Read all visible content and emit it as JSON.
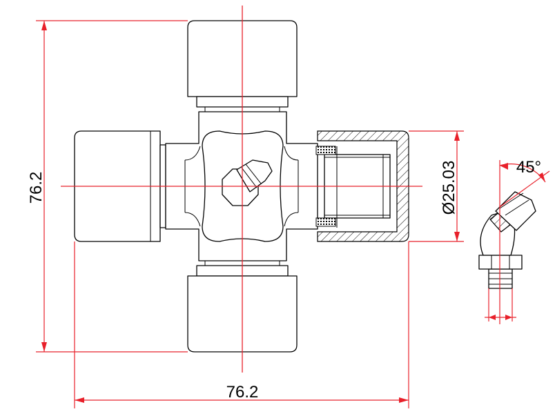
{
  "dimensions": {
    "overall_height": "76.2",
    "overall_width": "76.2",
    "cap_diameter": "Ø25.03",
    "grease_fitting_angle": "45°"
  },
  "colors": {
    "centerline": "#e8202a",
    "dimension_line": "#e8202a",
    "outline": "#000000"
  }
}
